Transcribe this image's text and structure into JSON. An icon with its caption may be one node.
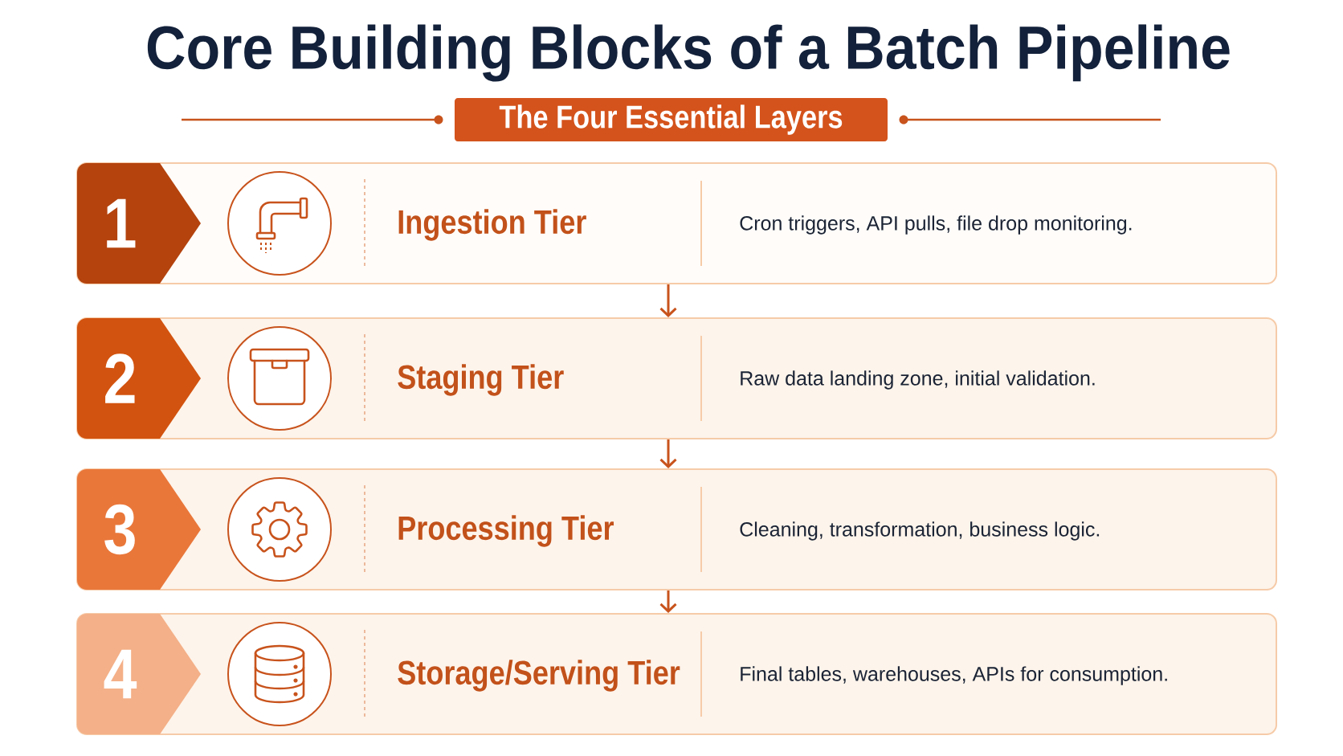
{
  "diagram": {
    "title": "Core Building Blocks of a Batch Pipeline",
    "nodes": [
      {
        "text": [
          "The Four Essential Layers"
        ]
      },
      {
        "text": [
          "Ingestion Tier",
          "Cron triggers, API pulls, file drop monitoring."
        ]
      },
      {
        "text": [
          "1"
        ],
        "in": 1
      },
      {
        "text": [
          "Staging Tier",
          "Raw data landing zone, initial validation."
        ]
      },
      {
        "text": [
          "2"
        ],
        "in": 3
      },
      {
        "text": [
          "Processing Tier",
          "Cleaning, transformation, business logic."
        ]
      },
      {
        "text": [
          "3"
        ],
        "in": 5
      },
      {
        "text": [
          "Storage/Serving Tier",
          "Final tables, warehouses, APIs for consumption."
        ]
      },
      {
        "text": [
          "4"
        ],
        "in": 7
      }
    ],
    "edges": [
      {
        "from": 1,
        "to": 3,
        "arrow": "to"
      },
      {
        "from": 3,
        "to": 5,
        "arrow": "to"
      },
      {
        "from": 5,
        "to": 7,
        "arrow": "to"
      }
    ]
  }
}
